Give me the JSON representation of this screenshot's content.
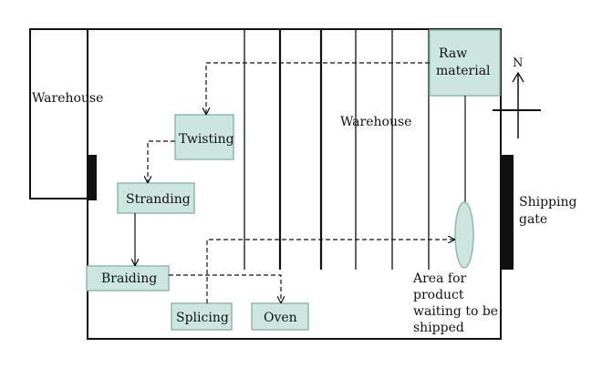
{
  "diagram": {
    "nodes": {
      "warehouse_left": "Warehouse",
      "warehouse_center": "Warehouse",
      "raw_material_line1": "Raw",
      "raw_material_line2": "material",
      "twisting": "Twisting",
      "stranding": "Stranding",
      "braiding": "Braiding",
      "splicing": "Splicing",
      "oven": "Oven",
      "shipping_gate_line1": "Shipping",
      "shipping_gate_line2": "gate",
      "waiting_area_lines": [
        "Area for",
        "product",
        "waiting to be",
        "shipped"
      ],
      "north": "N"
    },
    "colors": {
      "box_fill": "#cce5df",
      "box_stroke": "#8fb8ae",
      "outline": "#111111",
      "gate": "#111111"
    }
  }
}
